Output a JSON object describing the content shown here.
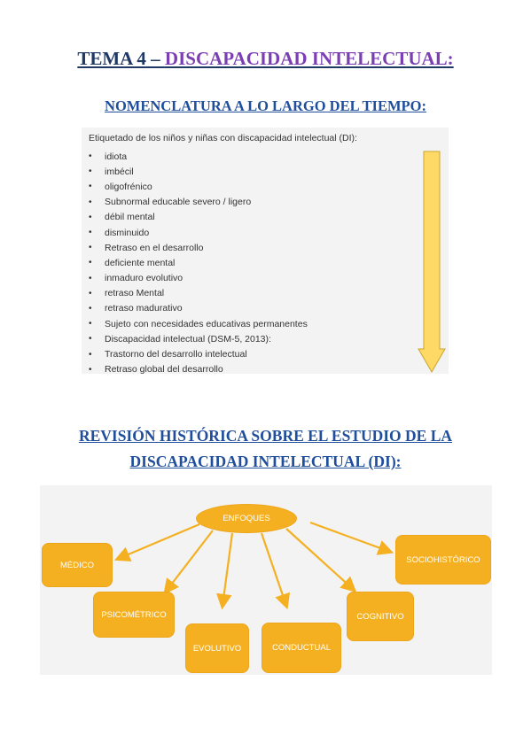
{
  "title": {
    "part1": "TEMA 4",
    "sep": " – ",
    "part2": "DISCAPACIDAD INTELECTUAL:"
  },
  "nomenclatura": {
    "heading": "NOMENCLATURA A LO LARGO DEL TIEMPO:",
    "intro": "Etiquetado de los niños y niñas con discapacidad intelectual (DI):",
    "bullet": "•",
    "items": [
      "idiota",
      "imbécil",
      "oligofrénico",
      "Subnormal educable severo / ligero",
      "débil mental",
      "disminuido",
      "Retraso en el desarrollo",
      "deficiente mental",
      "inmaduro evolutivo",
      "retraso Mental",
      "retraso madurativo",
      "Sujeto con necesidades educativas permanentes",
      "Discapacidad intelectual (DSM-5, 2013):",
      "Trastorno del desarrollo intelectual",
      "Retraso global del desarrollo"
    ],
    "arrow_color": "#ffd966"
  },
  "revision": {
    "heading_line1": "REVISIÓN HISTÓRICA SOBRE EL ESTUDIO DE LA",
    "heading_line2": "DISCAPACIDAD INTELECTUAL (DI):",
    "center": "ENFOQUES",
    "nodes": {
      "medico": "MÉDICO",
      "psicometrico": "PSICOMÉTRICO",
      "evolutivo": "EVOLUTIVO",
      "conductual": "CONDUCTUAL",
      "cognitivo": "COGNITIVO",
      "sociohistorico": "SOCIOHISTÓRICO"
    },
    "node_color": "#f4b021"
  }
}
